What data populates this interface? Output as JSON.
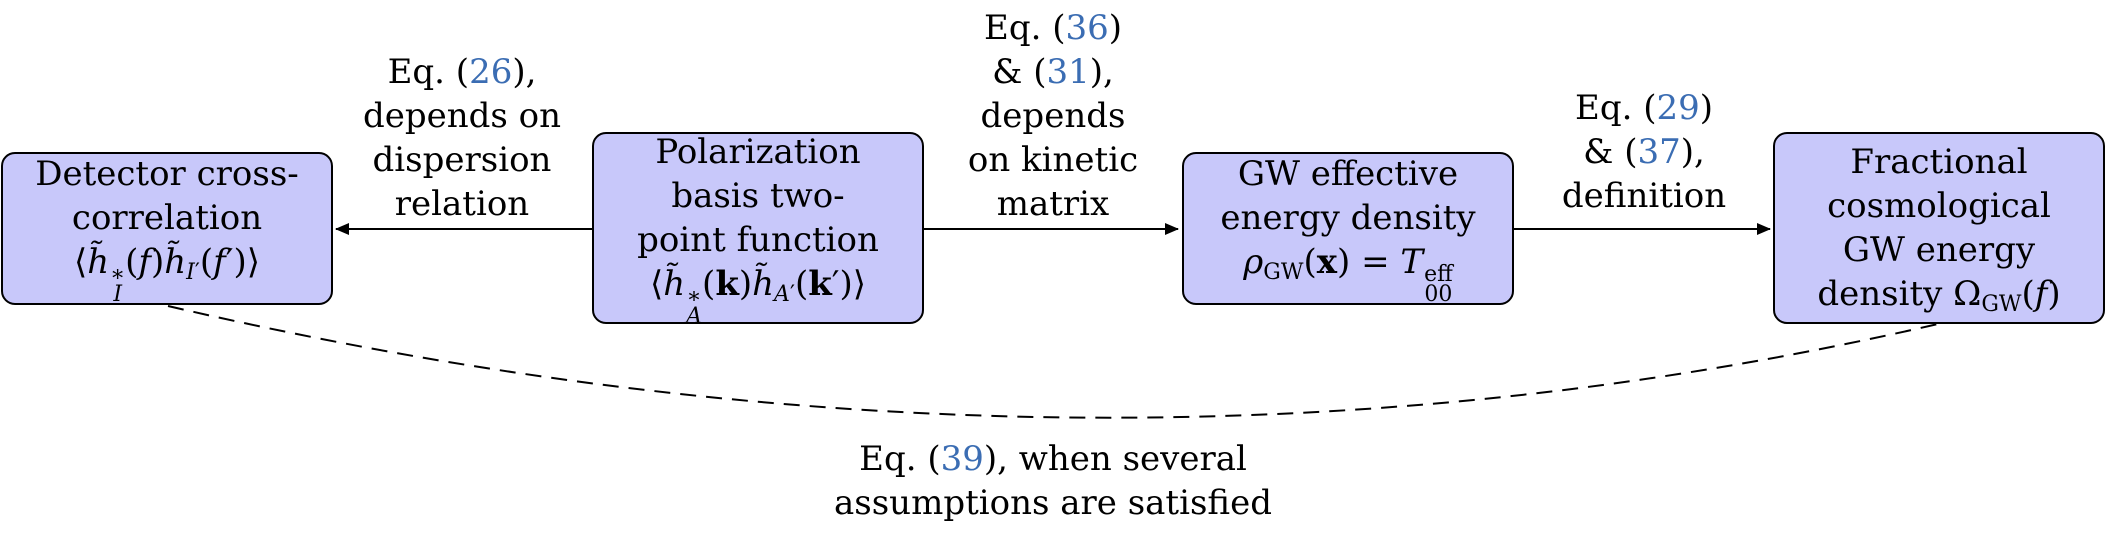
{
  "nodes": {
    "detector": {
      "lines": [
        "Detector cross-",
        "correlation"
      ],
      "formula": "⟨h̃*I(f)h̃I′(f′)⟩"
    },
    "polarization": {
      "lines": [
        "Polarization",
        "basis two-",
        "point function"
      ],
      "formula": "⟨h̃*A(k)h̃A′(k′)⟩"
    },
    "gw_effective": {
      "lines": [
        "GW effective",
        "energy density"
      ],
      "formula": "ρGW(x) = T00eff"
    },
    "fractional": {
      "lines": [
        "Fractional",
        "cosmological",
        "GW energy",
        "density ΩGW(f)"
      ]
    }
  },
  "edges": {
    "to_detector": {
      "eq_prefix": "Eq. (",
      "eq_ref": "26",
      "eq_suffix": "),",
      "lines": [
        "depends on",
        "dispersion",
        "relation"
      ]
    },
    "to_gw_effective": {
      "eq1_prefix": "Eq. (",
      "eq1_ref": "36",
      "eq1_suffix": ")",
      "eq2_prefix": "& (",
      "eq2_ref": "31",
      "eq2_suffix": "),",
      "lines": [
        "depends",
        "on kinetic",
        "matrix"
      ]
    },
    "to_fractional": {
      "eq1_prefix": "Eq. (",
      "eq1_ref": "29",
      "eq1_suffix": ")",
      "eq2_prefix": "& (",
      "eq2_ref": "37",
      "eq2_suffix": "),",
      "lines": [
        "definition"
      ]
    },
    "dashed": {
      "eq_prefix": "Eq. (",
      "eq_ref": "39",
      "eq_suffix": "), when several",
      "line2": "assumptions are satisfied"
    }
  },
  "colors": {
    "node_fill": "#c8c8fa",
    "ref_link": "#3b6db3",
    "stroke": "#000000"
  }
}
